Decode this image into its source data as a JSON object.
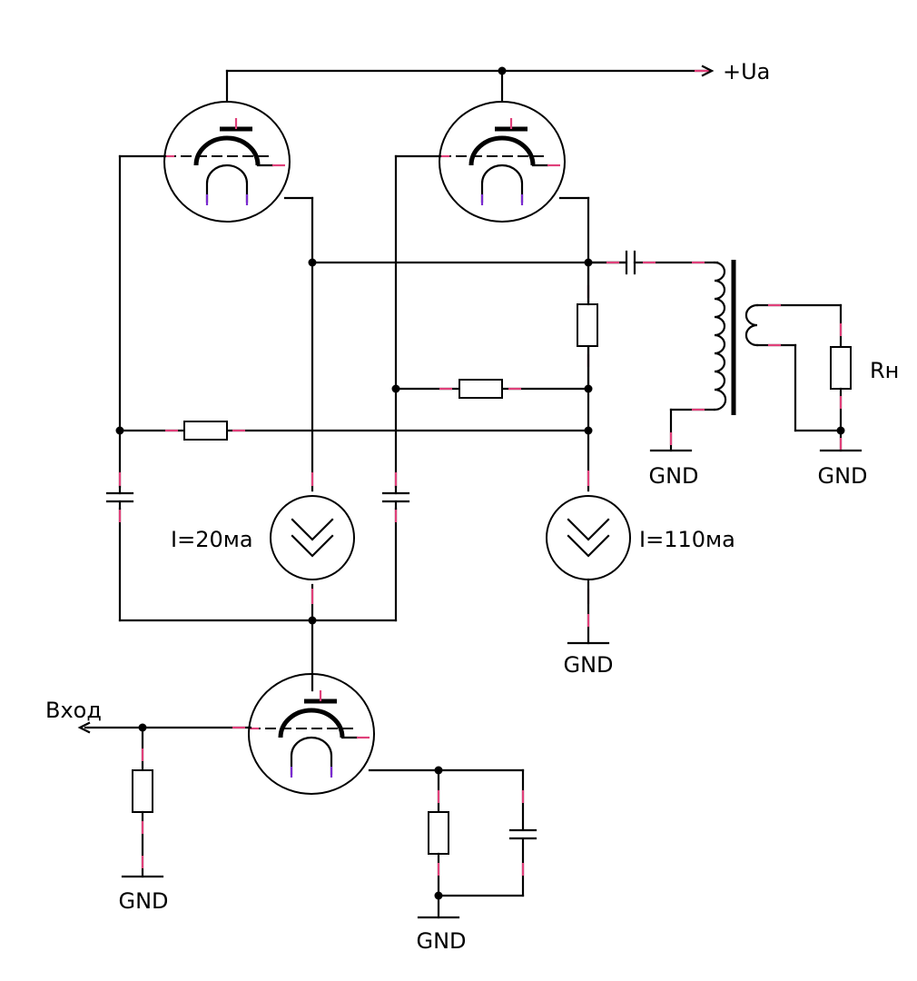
{
  "labels": {
    "supply": "+Ua",
    "input": "Вход",
    "load": "Rн",
    "source_left": "I=20ма",
    "source_right": "I=110ма",
    "ground": "GND"
  }
}
